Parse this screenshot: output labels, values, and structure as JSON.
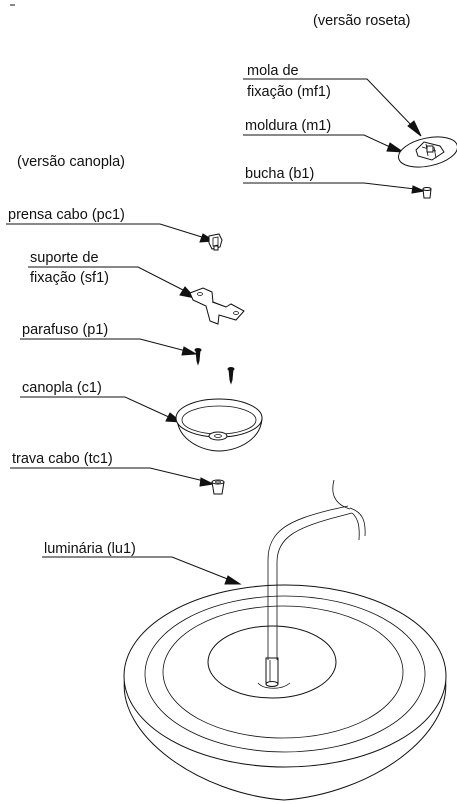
{
  "variants": {
    "roseta": "(versão roseta)",
    "canopla": "(versão canopla)"
  },
  "labels": {
    "mf1_line1": "mola de",
    "mf1_line2": "fixação (mf1)",
    "m1": "moldura (m1)",
    "b1": "bucha (b1)",
    "pc1": "prensa cabo (pc1)",
    "sf1_line1": "suporte de",
    "sf1_line2": "fixação (sf1)",
    "p1": "parafuso (p1)",
    "c1": "canopla (c1)",
    "tc1": "trava cabo (tc1)",
    "lu1": "luminária (lu1)"
  }
}
